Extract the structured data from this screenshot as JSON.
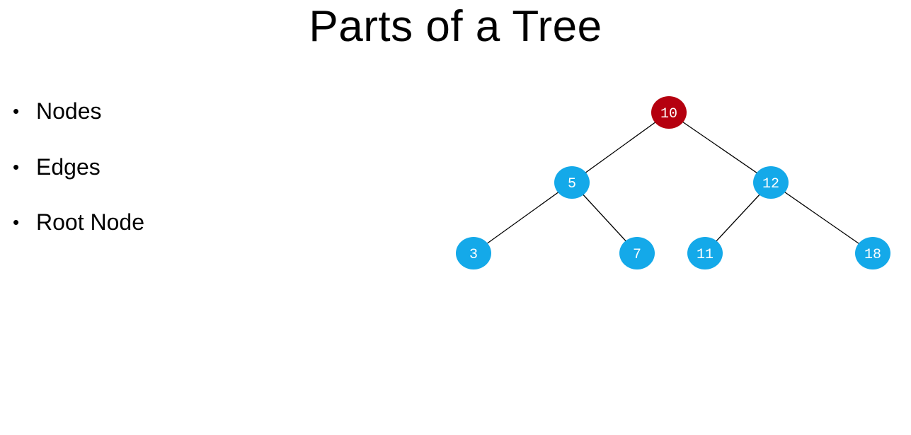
{
  "slide": {
    "title": "Parts of a Tree"
  },
  "bullets": [
    {
      "label": "Nodes"
    },
    {
      "label": "Edges"
    },
    {
      "label": "Root Node"
    }
  ],
  "bullet_glyph": "•",
  "tree": {
    "colors": {
      "root": "#b5000f",
      "node": "#14a9e9",
      "edge": "#000000",
      "label": "#ffffff"
    },
    "nodes": [
      {
        "id": "n10",
        "label": "10",
        "is_root": true
      },
      {
        "id": "n5",
        "label": "5",
        "is_root": false
      },
      {
        "id": "n12",
        "label": "12",
        "is_root": false
      },
      {
        "id": "n3",
        "label": "3",
        "is_root": false
      },
      {
        "id": "n7",
        "label": "7",
        "is_root": false
      },
      {
        "id": "n11",
        "label": "11",
        "is_root": false
      },
      {
        "id": "n18",
        "label": "18",
        "is_root": false
      }
    ],
    "edges": [
      {
        "from": "n10",
        "to": "n5"
      },
      {
        "from": "n10",
        "to": "n12"
      },
      {
        "from": "n5",
        "to": "n3"
      },
      {
        "from": "n5",
        "to": "n7"
      },
      {
        "from": "n12",
        "to": "n11"
      },
      {
        "from": "n12",
        "to": "n18"
      }
    ]
  }
}
